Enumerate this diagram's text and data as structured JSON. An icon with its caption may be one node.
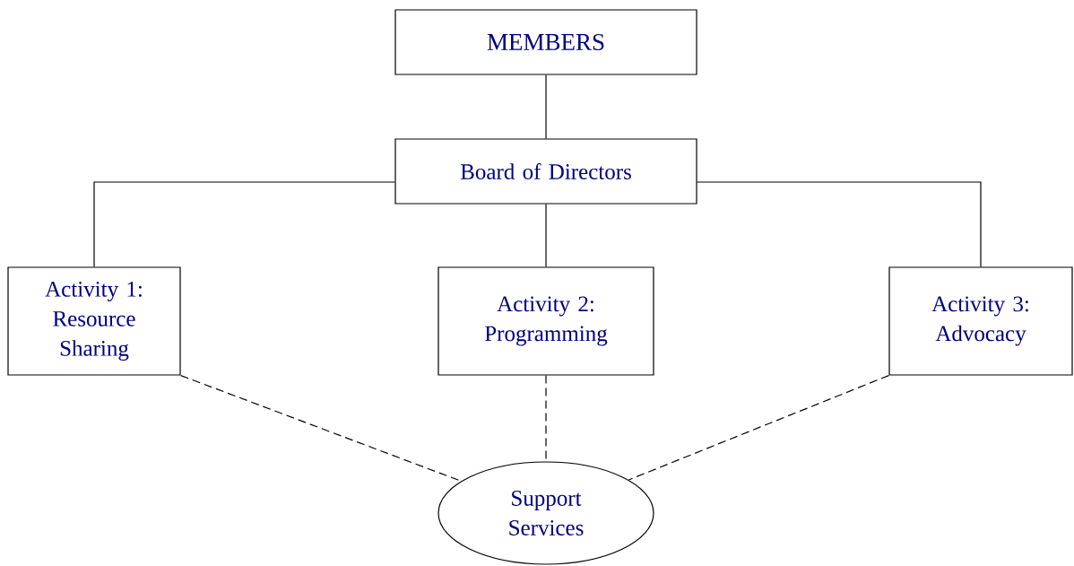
{
  "diagram": {
    "nodes": [
      {
        "text": [
          "MEMBERS"
        ]
      },
      {
        "text": [
          "Board of Directors"
        ]
      },
      {
        "text": [
          "Activity 1: Resource Sharing"
        ]
      },
      {
        "text": [
          "Activity 2: Programming"
        ]
      },
      {
        "text": [
          "Activity 3: Advocacy"
        ]
      },
      {
        "text": [
          "Support Services"
        ]
      }
    ],
    "edges": [
      {
        "from": 0,
        "to": 1,
        "arrow": "none"
      },
      {
        "from": 1,
        "to": 2,
        "arrow": "none"
      },
      {
        "from": 1,
        "to": 3,
        "arrow": "none"
      },
      {
        "from": 1,
        "to": 4,
        "arrow": "none"
      },
      {
        "from": 2,
        "to": 5,
        "arrow": "none",
        "style": "dashed"
      },
      {
        "from": 3,
        "to": 5,
        "arrow": "none",
        "style": "dashed"
      },
      {
        "from": 4,
        "to": 5,
        "arrow": "none",
        "style": "dashed"
      }
    ]
  }
}
